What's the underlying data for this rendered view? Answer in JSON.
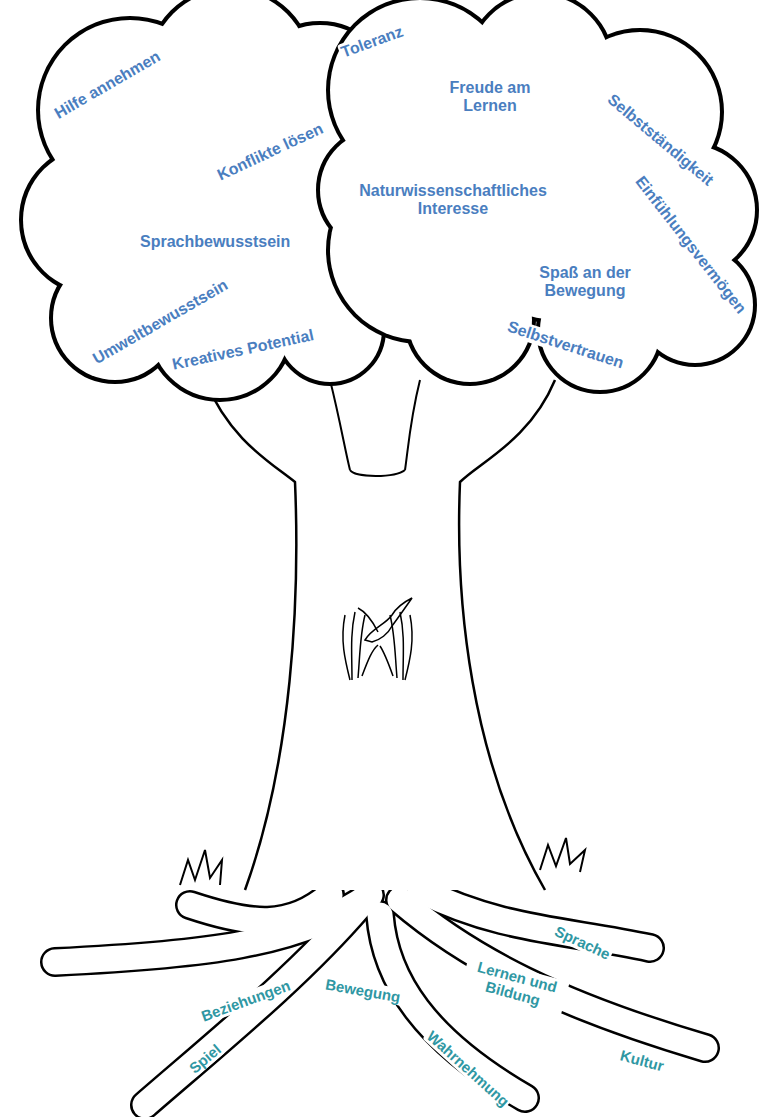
{
  "diagram": {
    "labels": [
      "Hilfe annehmen",
      "Toleranz",
      "Konflikte lösen",
      "Freude am Lernen",
      "Selbstständigkeit",
      "Naturwissenschaftliches Interesse",
      "Sprachbewusstsein",
      "Einfühlungsvermögen",
      "Spaß an der Bewegung",
      "Umweltbewusstsein",
      "Kreatives Potential",
      "Selbstvertrauen",
      "Beziehungen",
      "Bewegung",
      "Lernen und Bildung",
      "Sprache",
      "Wahrnehmung",
      "Kultur",
      "Spiel"
    ]
  }
}
